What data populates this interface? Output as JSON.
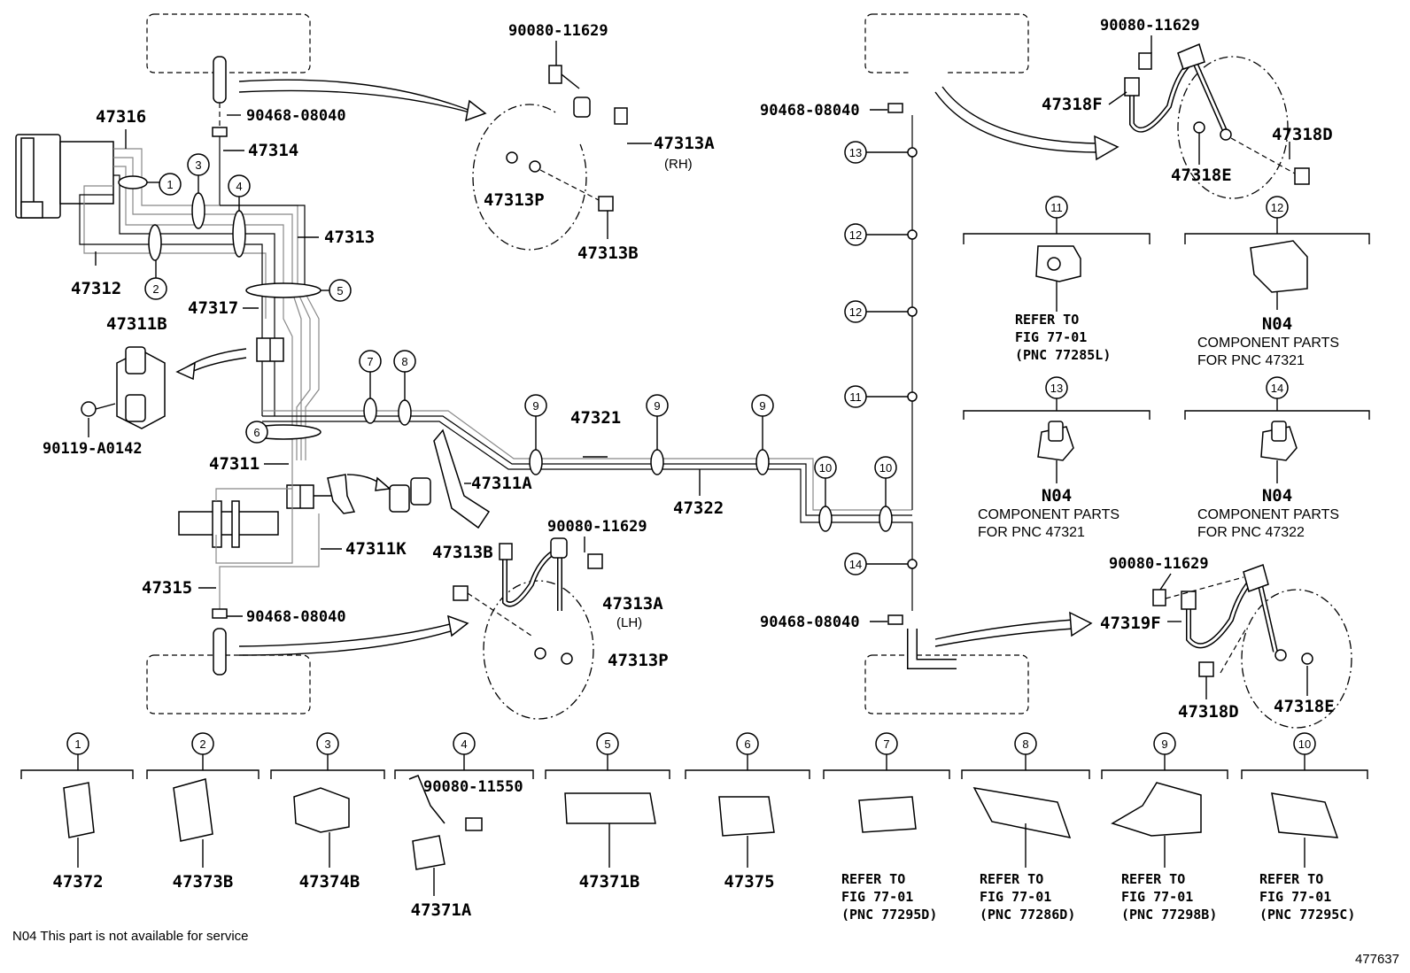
{
  "labels": {
    "p47316": "47316",
    "p47314": "47314",
    "p47313": "47313",
    "p47312": "47312",
    "p47317": "47317",
    "p47311B": "47311B",
    "p90119": "90119-A0142",
    "p47311": "47311",
    "p47311K": "47311K",
    "p47315": "47315",
    "p47311A": "47311A",
    "p47321": "47321",
    "p47322": "47322",
    "p90468_a": "90468-08040",
    "p90468_b": "90468-08040",
    "p90468_c": "90468-08040",
    "p90468_d": "90468-08040",
    "p90080_rh": "90080-11629",
    "p47313A_rh": "47313A",
    "rh": "(RH)",
    "p47313P_rh": "47313P",
    "p47313B_rh": "47313B",
    "p90080_lh": "90080-11629",
    "p47313B_lh": "47313B",
    "p47313A_lh": "47313A",
    "lh": "(LH)",
    "p47313P_lh": "47313P",
    "p90080_rr": "90080-11629",
    "p47318F": "47318F",
    "p47318D_a": "47318D",
    "p47318E_a": "47318E",
    "p90080_rl": "90080-11629",
    "p47319F": "47319F",
    "p47318D_b": "47318D",
    "p47318E_b": "47318E"
  },
  "callouts": {
    "c1": "1",
    "c2": "2",
    "c3": "3",
    "c4": "4",
    "c5": "5",
    "c6": "6",
    "c7": "7",
    "c8": "8",
    "c9a": "9",
    "c9b": "9",
    "c9c": "9",
    "c10a": "10",
    "c10b": "10",
    "c13": "13",
    "c12a": "12",
    "c12b": "12",
    "c11": "11",
    "c14": "14"
  },
  "right_panels": {
    "p11": {
      "num": "11",
      "line1": "REFER TO",
      "line2": "FIG 77-01",
      "line3": "(PNC 77285L)"
    },
    "p12": {
      "num": "12",
      "code": "N04",
      "line1": "COMPONENT PARTS",
      "line2": "FOR PNC 47321"
    },
    "p13": {
      "num": "13",
      "code": "N04",
      "line1": "COMPONENT PARTS",
      "line2": "FOR PNC 47321"
    },
    "p14": {
      "num": "14",
      "code": "N04",
      "line1": "COMPONENT PARTS",
      "line2": "FOR PNC 47322"
    }
  },
  "bottom_panels": [
    {
      "num": "1",
      "part": "47372"
    },
    {
      "num": "2",
      "part": "47373B"
    },
    {
      "num": "3",
      "part": "47374B"
    },
    {
      "num": "4",
      "part": "47371A",
      "extra": "90080-11550"
    },
    {
      "num": "5",
      "part": "47371B"
    },
    {
      "num": "6",
      "part": "47375"
    },
    {
      "num": "7",
      "line1": "REFER TO",
      "line2": "FIG 77-01",
      "line3": "(PNC 77295D)"
    },
    {
      "num": "8",
      "line1": "REFER TO",
      "line2": "FIG 77-01",
      "line3": "(PNC 77286D)"
    },
    {
      "num": "9",
      "line1": "REFER TO",
      "line2": "FIG 77-01",
      "line3": "(PNC 77298B)"
    },
    {
      "num": "10",
      "line1": "REFER TO",
      "line2": "FIG 77-01",
      "line3": "(PNC 77295C)"
    }
  ],
  "footer": {
    "note": "N04 This part is not available for service",
    "figure_id": "477637"
  }
}
